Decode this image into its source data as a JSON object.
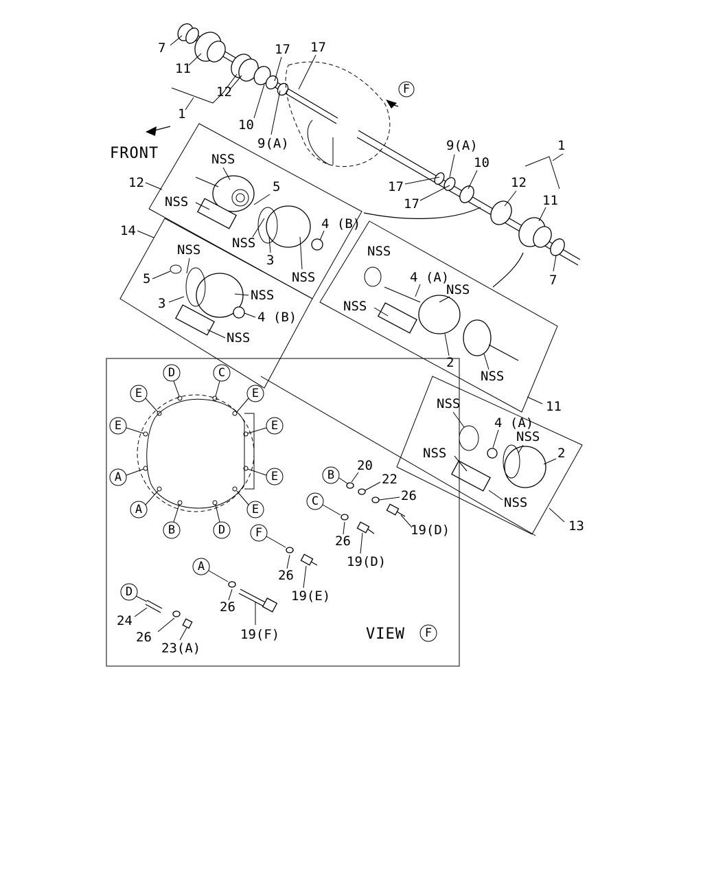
{
  "callouts": {
    "c1_left": "1",
    "c7_left": "7",
    "c11_left": "11",
    "c12_left": "12",
    "c10_left": "10",
    "c9a_left": "9(A)",
    "c17_a": "17",
    "c17_b": "17",
    "c1_right": "1",
    "c12_right": "12",
    "c11_right": "11",
    "c7_right": "7",
    "c10_right": "10",
    "c9a_right": "9(A)",
    "c17_c": "17",
    "c17_d": "17",
    "c12_box": "12",
    "c14_box": "14",
    "c11_box": "11",
    "c13_box": "13",
    "k12_nss1": "NSS",
    "k12_nss2": "NSS",
    "k12_nss3": "NSS",
    "k12_nss4": "NSS",
    "k12_5": "5",
    "k12_3": "3",
    "k12_4b": "4 (B)",
    "k14_nss1": "NSS",
    "k14_nss2": "NSS",
    "k14_nss3": "NSS",
    "k14_5": "5",
    "k14_3": "3",
    "k14_4b": "4 (B)",
    "k11_nss1": "NSS",
    "k11_nss2": "NSS",
    "k11_nss3": "NSS",
    "k11_nss4": "NSS",
    "k11_4a": "4 (A)",
    "k11_2": "2",
    "k13_nss1": "NSS",
    "k13_nss2": "NSS",
    "k13_nss3": "NSS",
    "k13_nss4": "NSS",
    "k13_4a": "4 (A)",
    "k13_2": "2",
    "v20": "20",
    "v22": "22",
    "v26a": "26",
    "v19d_a": "19(D)",
    "v26b": "26",
    "v19d_b": "19(D)",
    "v26c": "26",
    "v19e": "19(E)",
    "v26d": "26",
    "v19f": "19(F)",
    "v24": "24",
    "v26e": "26",
    "v23a": "23(A)"
  },
  "front_label": "FRONT",
  "view_label": "VIEW",
  "view_marker": "F",
  "arrow_marker": "F",
  "bolt_circle_letters": [
    "D",
    "C",
    "E",
    "E",
    "E",
    "E",
    "A",
    "E",
    "A",
    "E",
    "B",
    "D"
  ],
  "legend_letters": {
    "b": "B",
    "c": "C",
    "f": "F",
    "a": "A",
    "d": "D"
  }
}
